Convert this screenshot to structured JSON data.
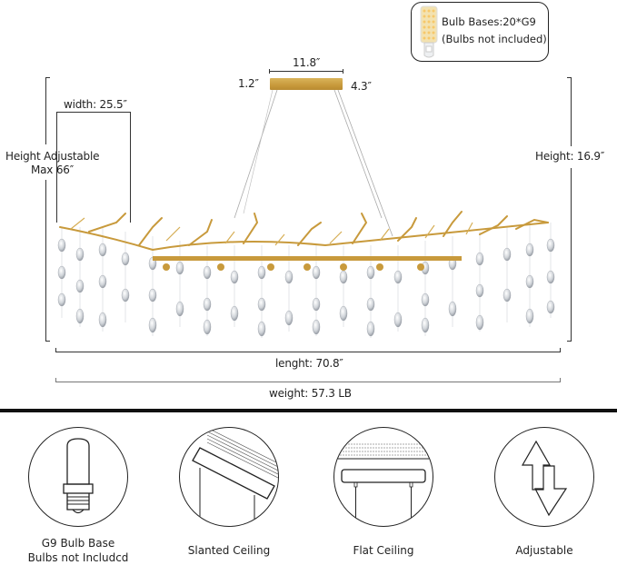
{
  "bulb_info": {
    "line1": "Bulb Bases:20*G9",
    "line2": "(Bulbs not included)"
  },
  "dimensions": {
    "canopy_width": "11.8″",
    "canopy_height": "1.2″",
    "canopy_depth": "4.3″",
    "width": "width: 25.5″",
    "height_adjustable_line1": "Height Adjustable",
    "height_adjustable_line2": "Max 66″",
    "height": "Height: 16.9″",
    "length": "lenght: 70.8″",
    "weight": "weight: 57.3 LB"
  },
  "features": [
    {
      "icon": "g9-bulb-icon",
      "label_line1": "G9 Bulb Base",
      "label_line2": "Bulbs not Includcd"
    },
    {
      "icon": "slanted-ceiling-icon",
      "label_line1": "Slanted Ceiling"
    },
    {
      "icon": "flat-ceiling-icon",
      "label_line1": "Flat Ceiling"
    },
    {
      "icon": "adjustable-arrows-icon",
      "label_line1": "Adjustable"
    }
  ],
  "colors": {
    "gold": "#c89a3c",
    "crystal": "#c8ccd2",
    "ink": "#222222"
  }
}
